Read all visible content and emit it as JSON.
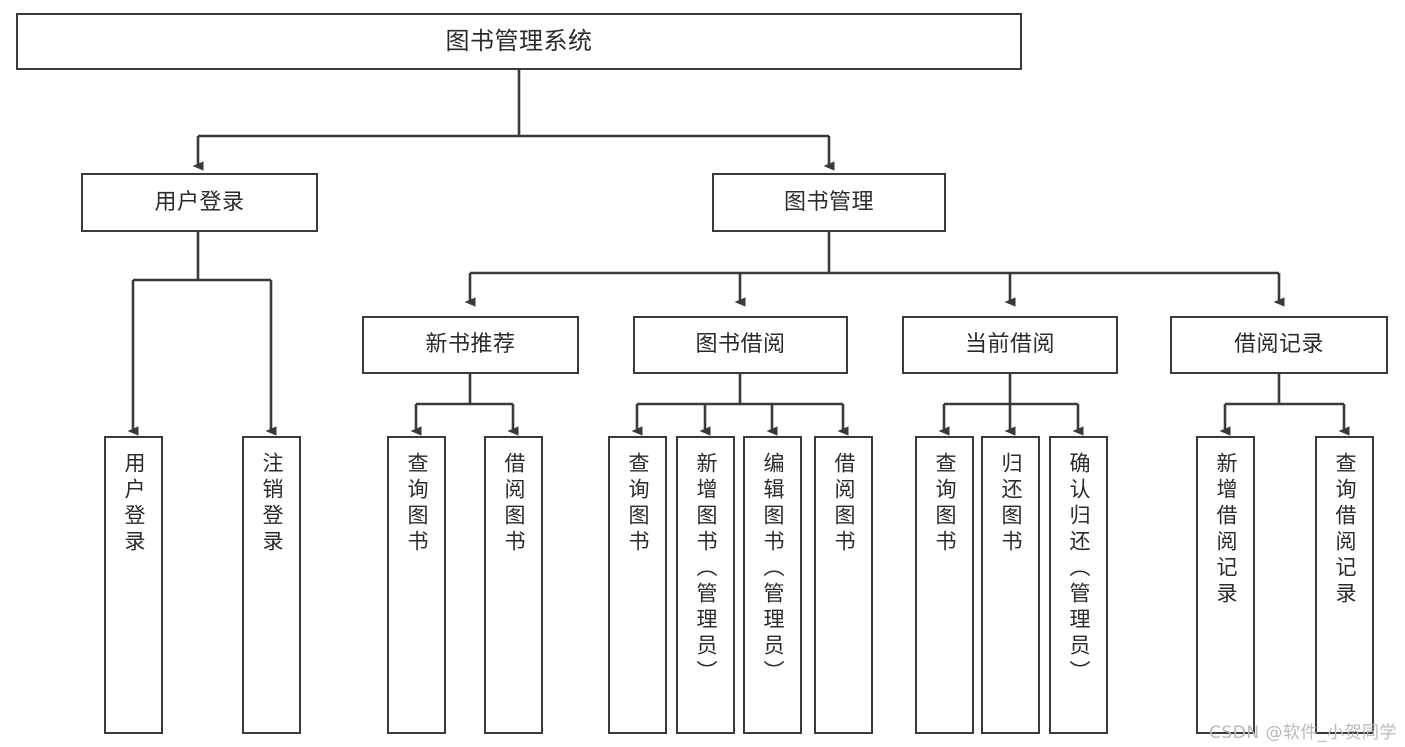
{
  "diagram": {
    "title": "图书管理系统",
    "type": "tree-hierarchy-chart",
    "root": {
      "label": "图书管理系统"
    },
    "level1": [
      {
        "id": "user-login",
        "label": "用户登录"
      },
      {
        "id": "book-management",
        "label": "图书管理"
      }
    ],
    "level2": [
      {
        "id": "new-book-recommend",
        "label": "新书推荐",
        "parent": "book-management"
      },
      {
        "id": "book-borrow",
        "label": "图书借阅",
        "parent": "book-management"
      },
      {
        "id": "current-borrow",
        "label": "当前借阅",
        "parent": "book-management"
      },
      {
        "id": "borrow-record",
        "label": "借阅记录",
        "parent": "book-management"
      }
    ],
    "leaves": [
      {
        "id": "leaf-user-login",
        "label": "用户登录",
        "parent": "user-login"
      },
      {
        "id": "leaf-logout-login",
        "label": "注销登录",
        "parent": "user-login"
      },
      {
        "id": "leaf-query-book-1",
        "label": "查询图书",
        "parent": "new-book-recommend"
      },
      {
        "id": "leaf-borrow-book-1",
        "label": "借阅图书",
        "parent": "new-book-recommend"
      },
      {
        "id": "leaf-query-book-2",
        "label": "查询图书",
        "parent": "book-borrow"
      },
      {
        "id": "leaf-add-book",
        "label": "新增图书（管理员）",
        "parent": "book-borrow"
      },
      {
        "id": "leaf-edit-book",
        "label": "编辑图书（管理员）",
        "parent": "book-borrow"
      },
      {
        "id": "leaf-borrow-book-2",
        "label": "借阅图书",
        "parent": "book-borrow"
      },
      {
        "id": "leaf-query-book-3",
        "label": "查询图书",
        "parent": "current-borrow"
      },
      {
        "id": "leaf-return-book",
        "label": "归还图书",
        "parent": "current-borrow"
      },
      {
        "id": "leaf-confirm-return",
        "label": "确认归还（管理员）",
        "parent": "current-borrow"
      },
      {
        "id": "leaf-add-record",
        "label": "新增借阅记录",
        "parent": "borrow-record"
      },
      {
        "id": "leaf-query-record",
        "label": "查询借阅记录",
        "parent": "borrow-record"
      }
    ]
  },
  "watermark": {
    "text": "CSDN @软件_小贺同学"
  },
  "colors": {
    "stroke": "#3a3a3a",
    "text": "#2b2b2b",
    "background": "#ffffff",
    "watermark": "#b9b9b9"
  }
}
